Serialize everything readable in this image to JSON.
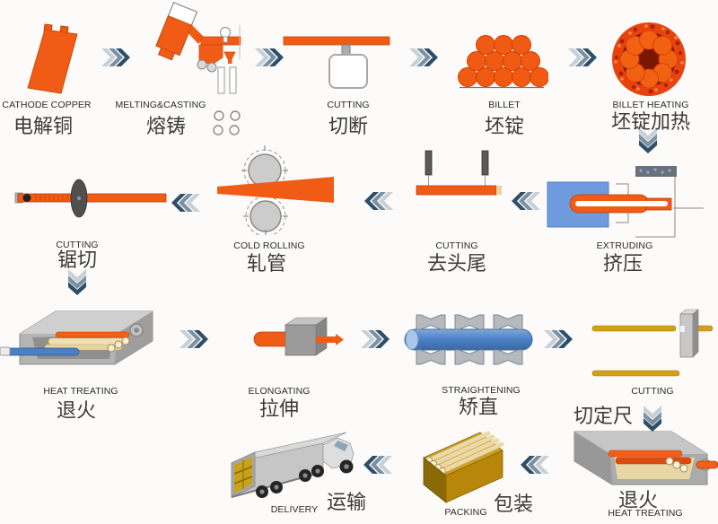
{
  "diagram_title": "copper tube production process flow",
  "palette": {
    "orange": "#f05c15",
    "dark_red": "#7b1504",
    "billet_ring": "#e8430f",
    "extruder_blue": "#6f9ade",
    "tube_blue": "#4a80c6",
    "gold": "#b8860b",
    "tan": "#ecd9a8",
    "machine_gray": "#b4b4b4",
    "arrow_dark": "#2f4e68",
    "arrow_mid": "#7b91a2",
    "arrow_light": "#c6d0d6"
  },
  "steps": [
    {
      "icon": "cathode-copper-icon",
      "en": "CATHODE COPPER",
      "zh": "电解铜"
    },
    {
      "icon": "melting-casting-icon",
      "en": "MELTING&CASTING",
      "zh": "熔铸"
    },
    {
      "icon": "cutting-saw-press-icon",
      "en": "CUTTING",
      "zh": "切断"
    },
    {
      "icon": "billet-icon",
      "en": "BILLET",
      "zh": "坯锭"
    },
    {
      "icon": "billet-heating-icon",
      "en": "BILLET HEATING",
      "zh": "坯锭加热"
    },
    {
      "icon": "extruding-icon",
      "en": "EXTRUDING",
      "zh": "挤压"
    },
    {
      "icon": "cutting-ends-icon",
      "en": "CUTTING",
      "zh": "去头尾"
    },
    {
      "icon": "cold-rolling-icon",
      "en": "COLD ROLLING",
      "zh": "轧管"
    },
    {
      "icon": "cutting-sawing-icon",
      "en": "CUTTING",
      "zh": "锯切"
    },
    {
      "icon": "heat-treating-furnace-icon",
      "en": "HEAT TREATING",
      "zh": "退火"
    },
    {
      "icon": "elongating-icon",
      "en": "ELONGATING",
      "zh": "拉伸"
    },
    {
      "icon": "straightening-icon",
      "en": "STRAIGHTENING",
      "zh": "矫直"
    },
    {
      "icon": "cutting-to-length-icon",
      "en": "CUTTING",
      "zh": "切定尺"
    },
    {
      "icon": "heat-treating-furnace2-icon",
      "en": "HEAT TREATING",
      "zh": "退火"
    },
    {
      "icon": "packing-icon",
      "en": "PACKING",
      "zh": "包装"
    },
    {
      "icon": "delivery-truck-icon",
      "en": "DELIVERY",
      "zh": "运输"
    }
  ],
  "arrows": [
    {
      "dir": "right",
      "from": "CATHODE COPPER",
      "to": "MELTING&CASTING"
    },
    {
      "dir": "right",
      "from": "MELTING&CASTING",
      "to": "CUTTING"
    },
    {
      "dir": "right",
      "from": "CUTTING",
      "to": "BILLET"
    },
    {
      "dir": "right",
      "from": "BILLET",
      "to": "BILLET HEATING"
    },
    {
      "dir": "down",
      "from": "BILLET HEATING",
      "to": "EXTRUDING"
    },
    {
      "dir": "left",
      "from": "EXTRUDING",
      "to": "CUTTING"
    },
    {
      "dir": "left",
      "from": "CUTTING",
      "to": "COLD ROLLING"
    },
    {
      "dir": "left",
      "from": "COLD ROLLING",
      "to": "CUTTING"
    },
    {
      "dir": "down",
      "from": "CUTTING",
      "to": "HEAT TREATING"
    },
    {
      "dir": "right",
      "from": "HEAT TREATING",
      "to": "ELONGATING"
    },
    {
      "dir": "right",
      "from": "ELONGATING",
      "to": "STRAIGHTENING"
    },
    {
      "dir": "right",
      "from": "STRAIGHTENING",
      "to": "CUTTING"
    },
    {
      "dir": "down",
      "from": "CUTTING",
      "to": "HEAT TREATING"
    },
    {
      "dir": "left",
      "from": "HEAT TREATING",
      "to": "PACKING"
    },
    {
      "dir": "left",
      "from": "PACKING",
      "to": "DELIVERY"
    }
  ]
}
